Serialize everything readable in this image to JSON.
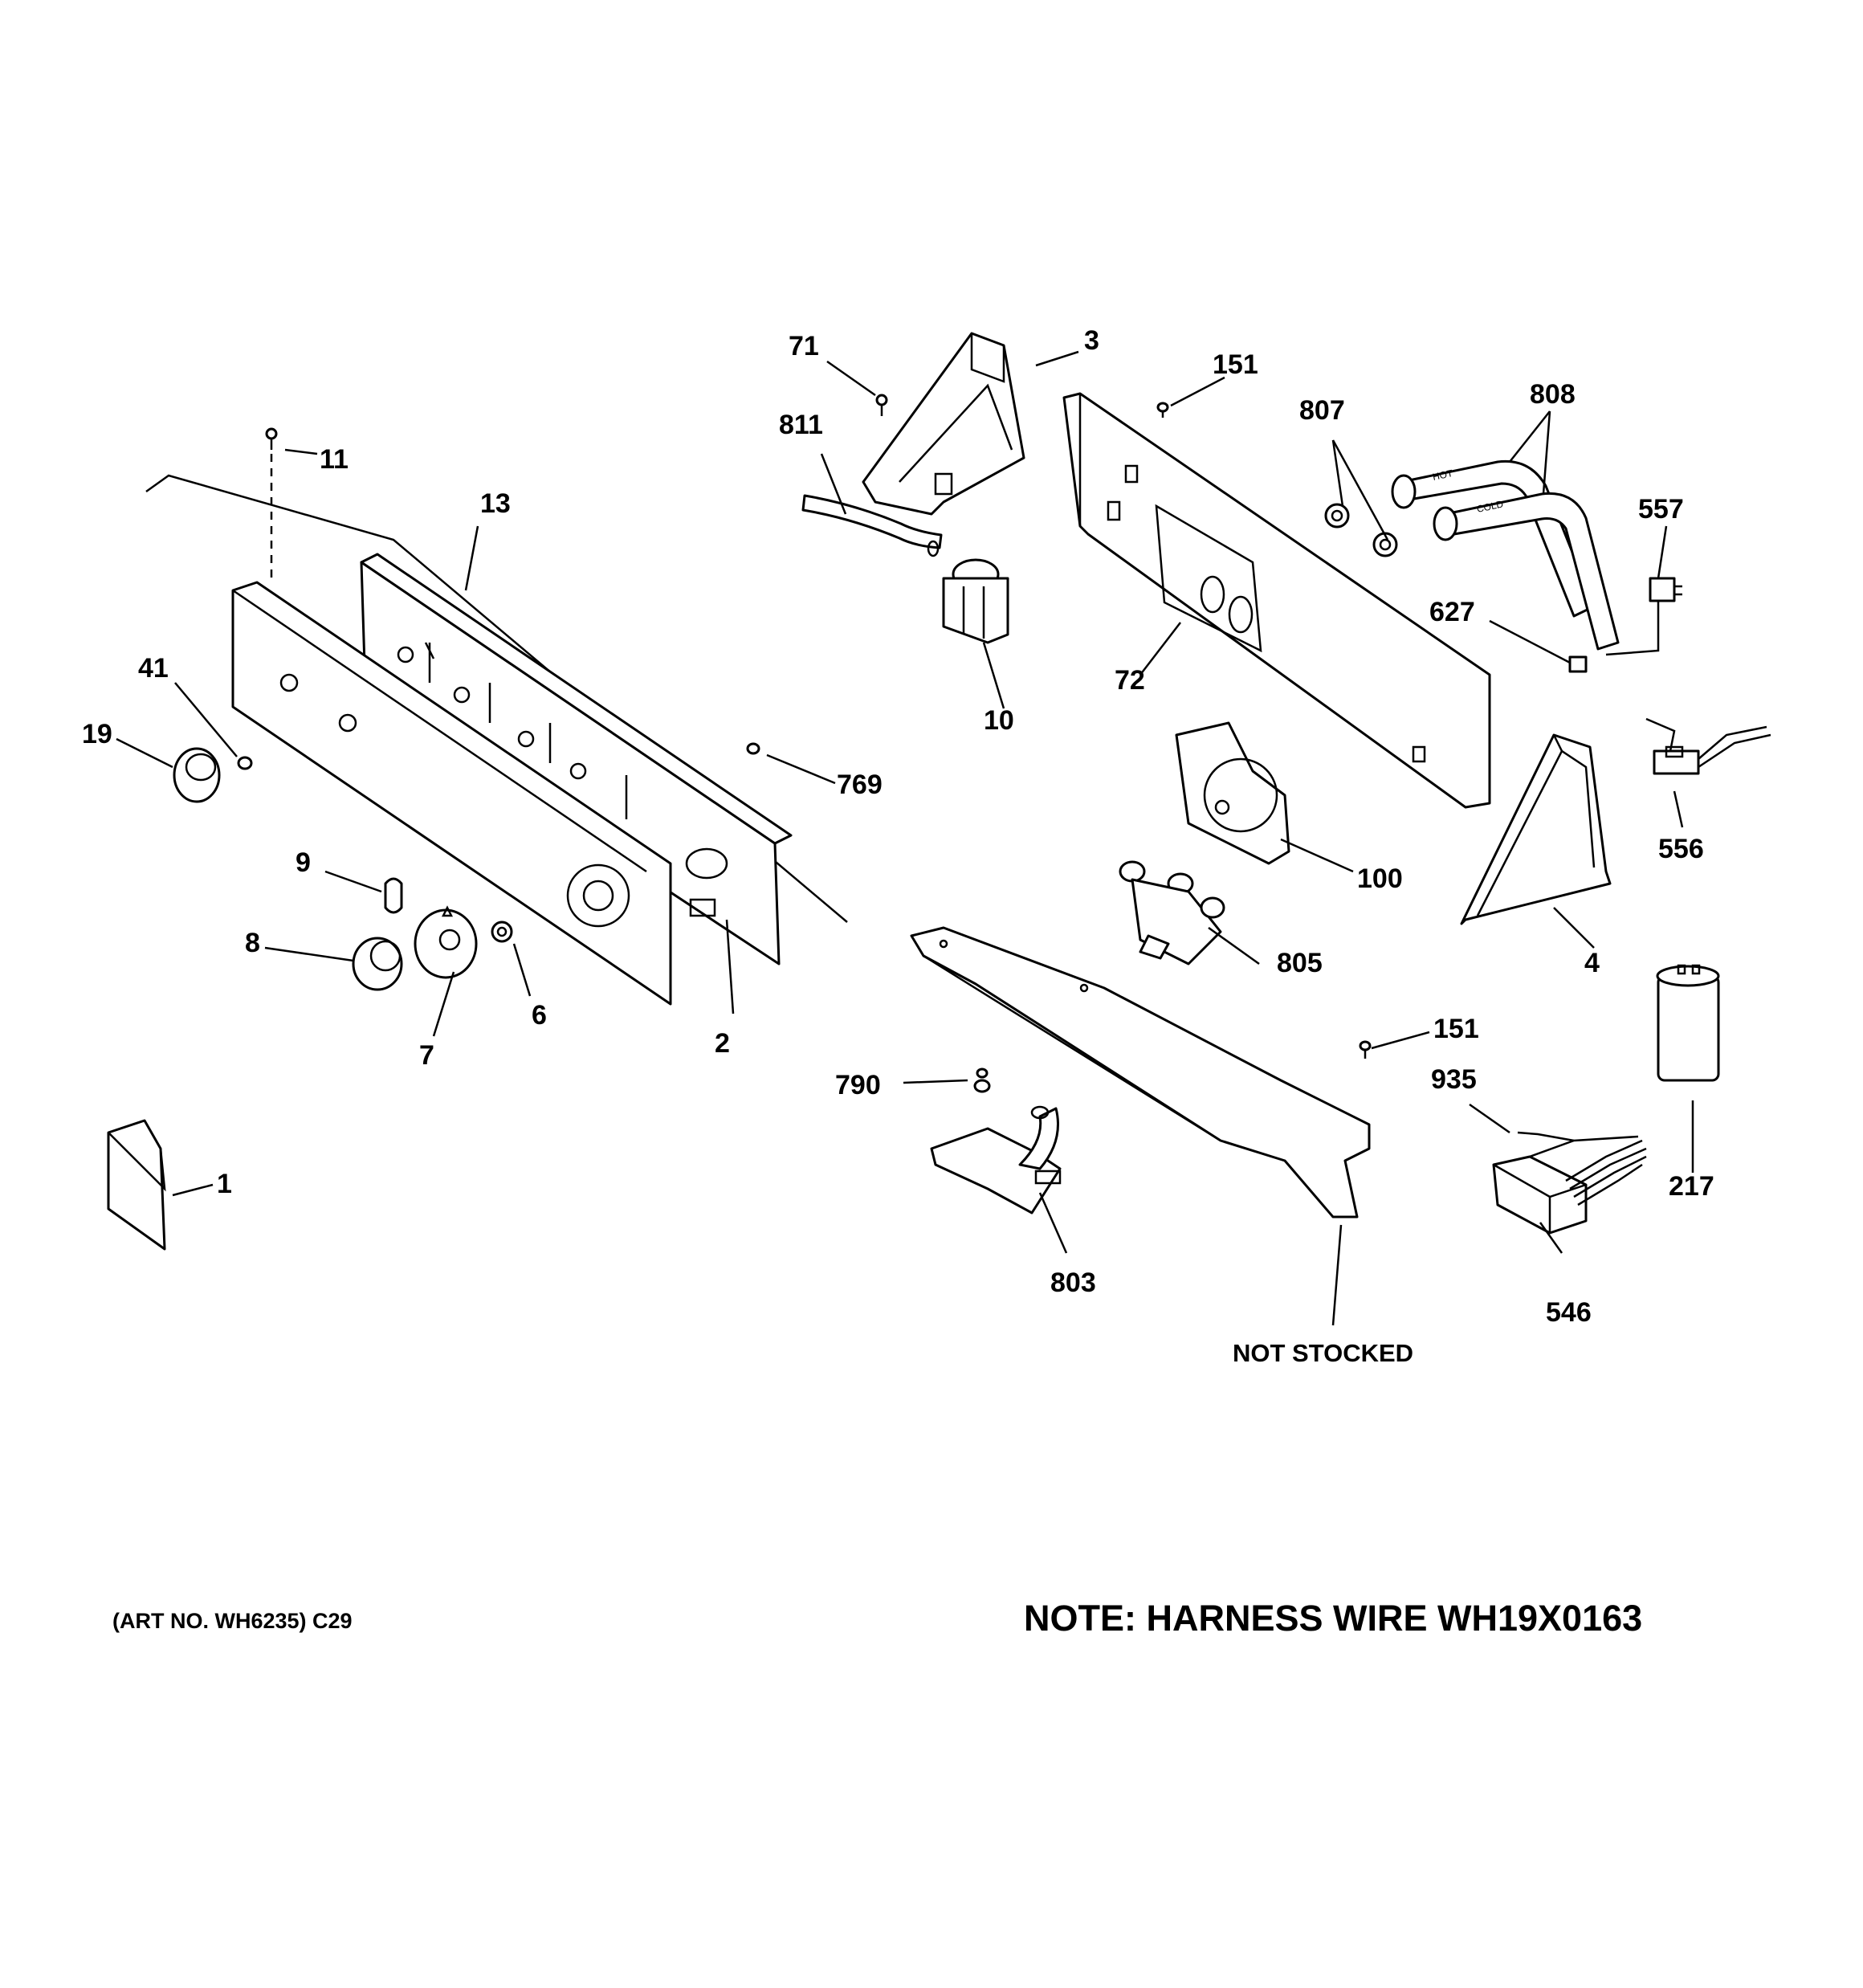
{
  "labels": {
    "l1": "1",
    "l2": "2",
    "l3": "3",
    "l4": "4",
    "l6": "6",
    "l7": "7",
    "l8": "8",
    "l9": "9",
    "l10": "10",
    "l11": "11",
    "l13": "13",
    "l19": "19",
    "l41": "41",
    "l71": "71",
    "l72": "72",
    "l100": "100",
    "l151a": "151",
    "l151b": "151",
    "l217": "217",
    "l546": "546",
    "l556": "556",
    "l557": "557",
    "l627": "627",
    "l769": "769",
    "l790": "790",
    "l803": "803",
    "l805": "805",
    "l807": "807",
    "l808": "808",
    "l811": "811",
    "l935": "935"
  },
  "hose_text": {
    "hot": "HOT",
    "cold": "COLD"
  },
  "not_stocked": "NOT STOCKED",
  "art_no": "(ART NO. WH6235) C29",
  "note": "NOTE: HARNESS WIRE WH19X0163"
}
